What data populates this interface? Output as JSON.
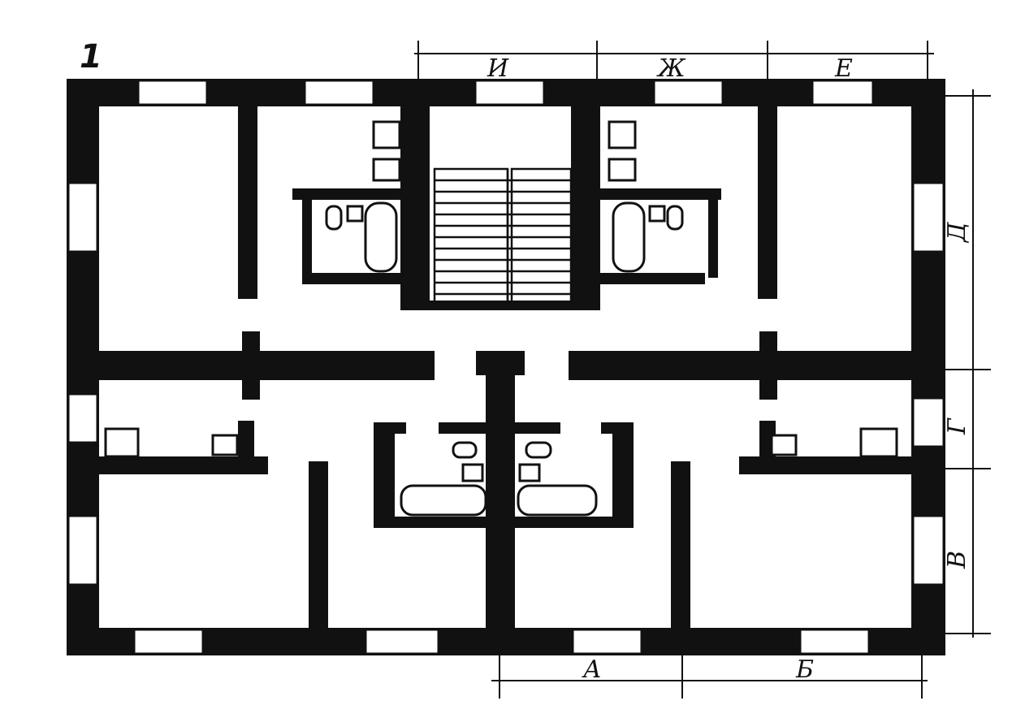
{
  "plan": {
    "number": "1",
    "axis_labels": {
      "top": [
        "И",
        "Ж",
        "Е"
      ],
      "bottom": [
        "А",
        "Б"
      ],
      "right": [
        "Д",
        "Г",
        "В"
      ]
    }
  }
}
